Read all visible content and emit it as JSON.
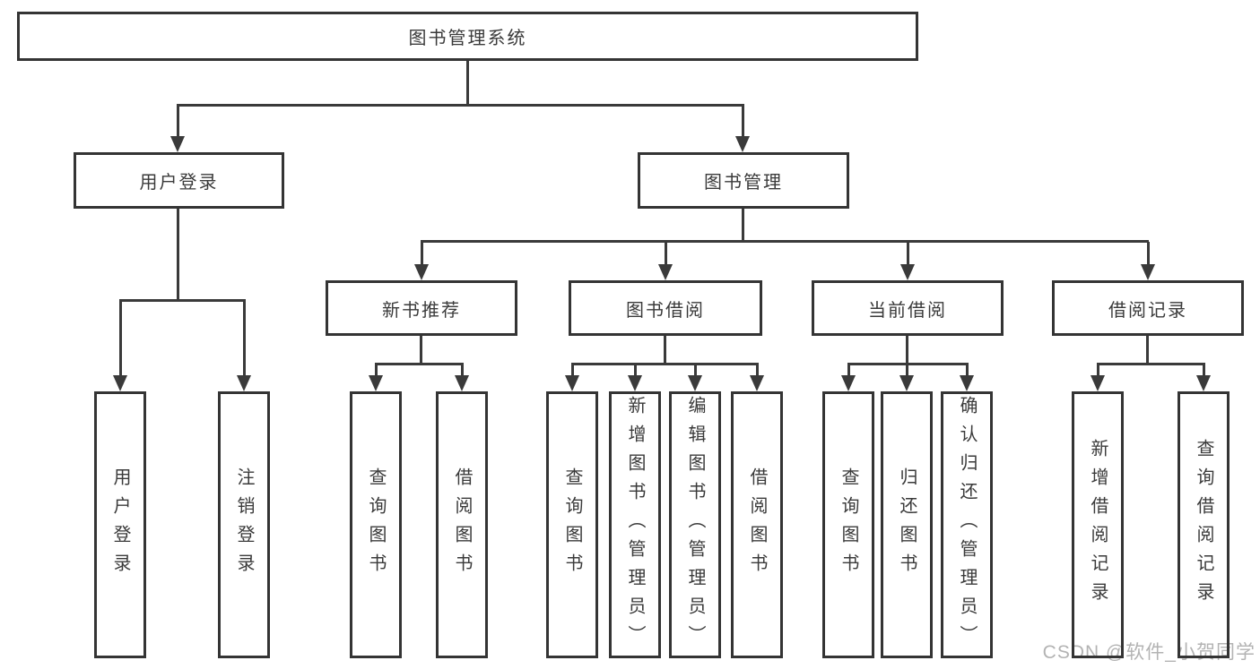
{
  "title": "图书管理系统",
  "nodes": {
    "user_login": {
      "label": "用户登录",
      "children": [
        "用户登录",
        "注销登录"
      ]
    },
    "book_mgmt": {
      "label": "图书管理"
    },
    "new_books": {
      "label": "新书推荐",
      "children": [
        "查询图书",
        "借阅图书"
      ]
    },
    "book_borrow": {
      "label": "图书借阅",
      "children": [
        "查询图书",
        "新增图书（管理员）",
        "编辑图书（管理员）",
        "借阅图书"
      ]
    },
    "current_borrow": {
      "label": "当前借阅",
      "children": [
        "查询图书",
        "归还图书",
        "确认归还（管理员）"
      ]
    },
    "borrow_records": {
      "label": "借阅记录",
      "children": [
        "新增借阅记录",
        "查询借阅记录"
      ]
    }
  },
  "colors": {
    "line": "#3a3a3a",
    "text": "#3a3a3a",
    "watermark": "#b3b3b3",
    "background": "#ffffff"
  },
  "watermark": {
    "text": "CSDN @软件_小贺同学"
  }
}
